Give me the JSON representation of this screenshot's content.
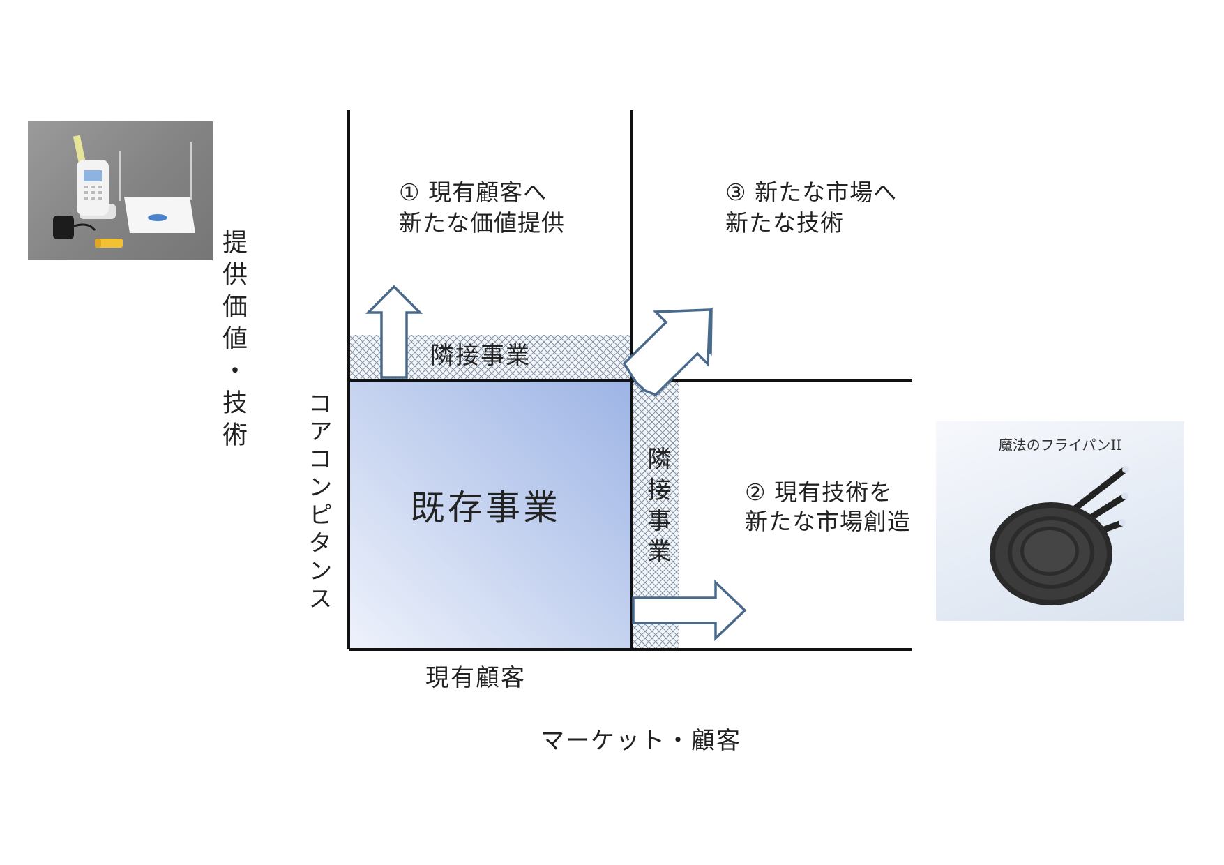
{
  "axes": {
    "y_label": "提供価値・技術",
    "y_sub_label": "コアコンピタンス",
    "x_label": "マーケット・顧客",
    "x_sub_label": "現有顧客"
  },
  "quadrants": {
    "existing": "既存事業",
    "q1_line1": "① 現有顧客へ",
    "q1_line2": "新たな価値提供",
    "q2_line1": "② 現有技術を",
    "q2_line2": "新たな市場創造",
    "q3_line1": "③ 新たな市場へ",
    "q3_line2": "新たな技術"
  },
  "adjacent": {
    "horizontal_label": "隣接事業",
    "vertical_label": "隣接事業"
  },
  "images": {
    "phone": "cordless-phone-photo",
    "pan": "frying-pan-photo",
    "pan_caption": "魔法のフライパンII"
  },
  "colors": {
    "line": "#111111",
    "existing_fill_light": "#e9eefa",
    "existing_fill_dark": "#9fb6e6",
    "arrow_stroke": "#4a6a8c",
    "hatch": "#7f8fa3"
  }
}
